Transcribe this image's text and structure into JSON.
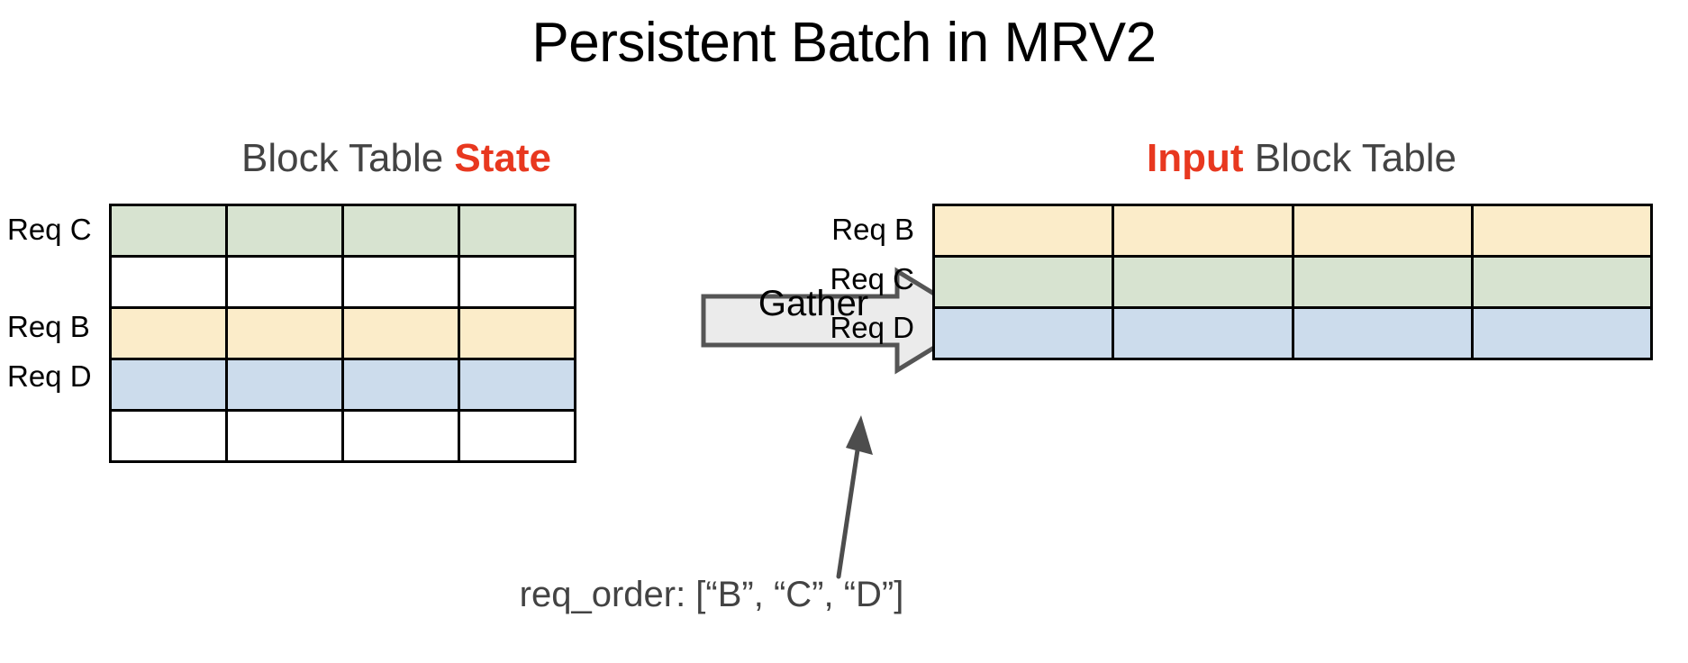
{
  "title": "Persistent Batch in MRV2",
  "colors": {
    "accent_red": "#E8381F",
    "heading_gray": "#434343",
    "green": "#D7E3D0",
    "cream": "#FBECC9",
    "blue": "#CCDCEC",
    "white": "#FFFFFF",
    "grid_border": "#000000",
    "arrow_fill": "#EBEBEB",
    "arrow_stroke": "#555555"
  },
  "left_panel": {
    "heading_prefix": "Block Table ",
    "heading_accent": "State",
    "columns": 4,
    "rows": [
      {
        "label": "Req C",
        "fill": "green"
      },
      {
        "label": "",
        "fill": "white"
      },
      {
        "label": "Req B",
        "fill": "cream"
      },
      {
        "label": "Req D",
        "fill": "blue"
      },
      {
        "label": "",
        "fill": "white"
      }
    ]
  },
  "right_panel": {
    "heading_accent": "Input",
    "heading_suffix": " Block Table",
    "columns": 4,
    "rows": [
      {
        "label": "Req B",
        "fill": "cream"
      },
      {
        "label": "Req C",
        "fill": "green"
      },
      {
        "label": "Req D",
        "fill": "blue"
      }
    ]
  },
  "gather": {
    "label": "Gather"
  },
  "caption": {
    "text": "req_order: [“B”, “C”, “D”]"
  }
}
